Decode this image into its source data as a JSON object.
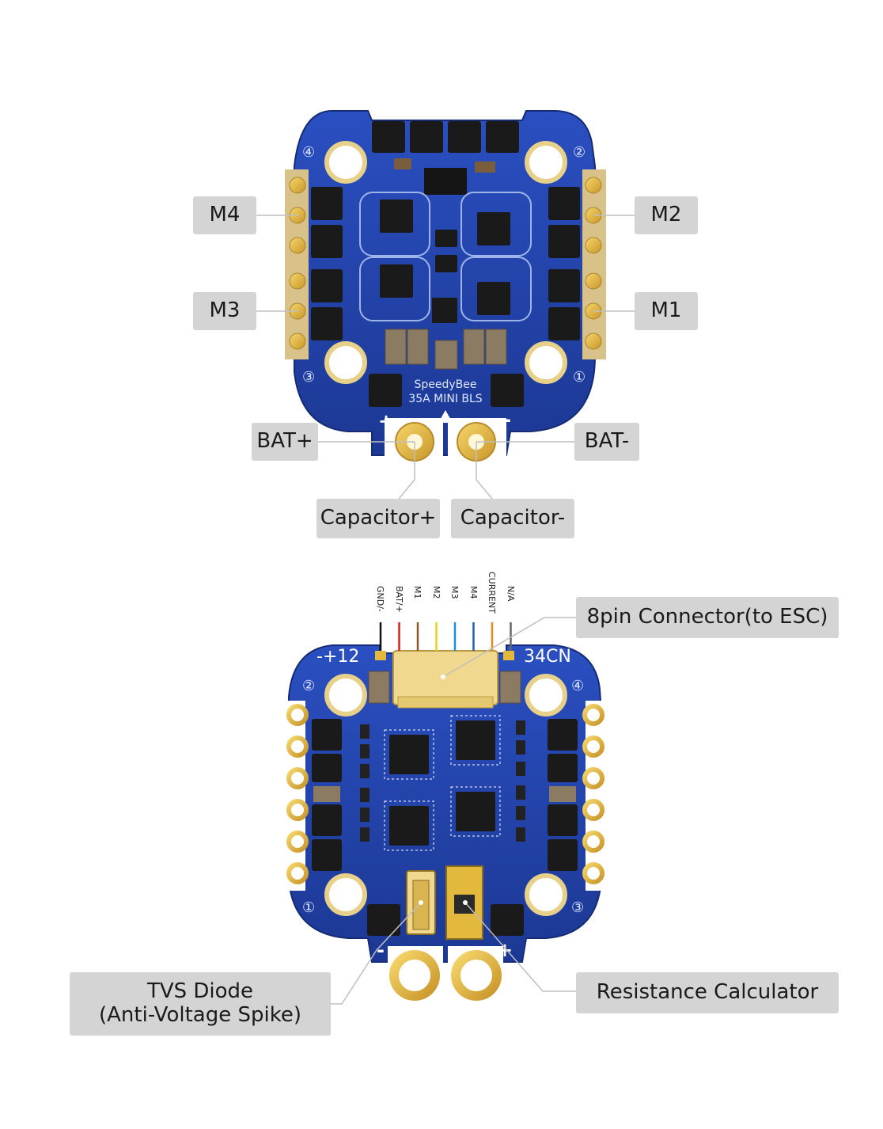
{
  "top_board": {
    "labels": {
      "m4": "M4",
      "m3": "M3",
      "m2": "M2",
      "m1": "M1",
      "bat_plus": "BAT+",
      "bat_minus": "BAT-",
      "cap_plus": "Capacitor+",
      "cap_minus": "Capacitor-"
    },
    "silkscreen": {
      "brand": "SpeedyBee",
      "model": "35A MINI BLS",
      "corner_4": "④",
      "corner_2": "②",
      "corner_3": "③",
      "corner_1": "①",
      "plus": "+",
      "minus": "-"
    }
  },
  "bottom_board": {
    "labels": {
      "connector": "8pin Connector(to ESC)",
      "tvs_line1": "TVS Diode",
      "tvs_line2": "(Anti-Voltage Spike)",
      "resistance": "Resistance Calculator"
    },
    "pins": [
      "GND/-",
      "BAT/+",
      "M1",
      "M2",
      "M3",
      "M4",
      "CURRENT",
      "N/A"
    ],
    "pin_colors": [
      "#111111",
      "#d62020",
      "#8a5a2b",
      "#e8d21a",
      "#1e8fd6",
      "#1e5fb0",
      "#e88a1a",
      "#666666"
    ],
    "silkscreen": {
      "left_marks": "-+12",
      "right_marks": "34CN",
      "corner_2": "②",
      "corner_4": "④",
      "corner_1": "①",
      "corner_3": "③",
      "minus": "-",
      "plus": "+"
    }
  },
  "colors": {
    "pcb_blue": "#2142a8",
    "pad_gold": "#e2b93d",
    "label_bg": "#d4d4d4"
  }
}
